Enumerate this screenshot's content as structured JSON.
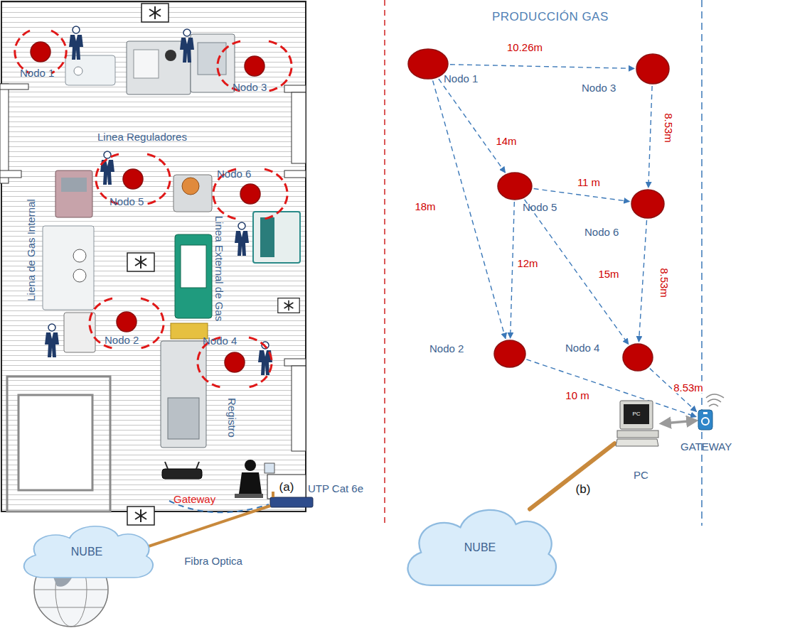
{
  "diagram": {
    "title": "PRODUCCIÓN GAS",
    "nodes": [
      {
        "text": [
          "Nodo 1"
        ]
      },
      {
        "text": [
          "Nodo 3"
        ]
      },
      {
        "text": [
          "Nodo 5"
        ]
      },
      {
        "text": [
          "Nodo 6"
        ]
      },
      {
        "text": [
          "Nodo 2"
        ]
      },
      {
        "text": [
          "Nodo 4"
        ]
      },
      {
        "text": [
          "Gateway"
        ]
      },
      {
        "text": [
          "NUBE"
        ]
      },
      {
        "text": [
          "Nodo 1"
        ]
      },
      {
        "text": [
          "Nodo 3"
        ]
      },
      {
        "text": [
          "Nodo 5"
        ]
      },
      {
        "text": [
          "Nodo 6"
        ]
      },
      {
        "text": [
          "Nodo 2"
        ]
      },
      {
        "text": [
          "Nodo 4"
        ]
      },
      {
        "text": [
          "GATEWAY"
        ]
      },
      {
        "text": [
          "PC"
        ]
      },
      {
        "text": [
          "NUBE"
        ]
      }
    ],
    "edges": [
      {
        "from": 8,
        "to": 9,
        "arrow": "to",
        "label": "10.26m"
      },
      {
        "from": 8,
        "to": 10,
        "arrow": "to",
        "label": "14m"
      },
      {
        "from": 8,
        "to": 12,
        "arrow": "to",
        "label": "18m"
      },
      {
        "from": 9,
        "to": 11,
        "arrow": "to",
        "label": "8.53m"
      },
      {
        "from": 10,
        "to": 11,
        "arrow": "to",
        "label": "11 m"
      },
      {
        "from": 10,
        "to": 12,
        "arrow": "to",
        "label": "12m"
      },
      {
        "from": 10,
        "to": 13,
        "arrow": "to",
        "label": "15m"
      },
      {
        "from": 11,
        "to": 13,
        "arrow": "to",
        "label": "8.53m"
      },
      {
        "from": 13,
        "to": 14,
        "arrow": "to",
        "label": "8.53m"
      },
      {
        "from": 12,
        "to": 14,
        "arrow": "to",
        "label": "10 m"
      },
      {
        "from": 15,
        "to": 14,
        "arrow": "both"
      },
      {
        "from": 15,
        "to": 16,
        "arrow": "none"
      }
    ],
    "labels": [
      "Linea Reguladores",
      "Liena de Gas Internal",
      "Linea External de Gas",
      "Registro",
      "UTP Cat 6e",
      "Fibra Optica",
      "(a)",
      "(b)",
      "PC"
    ]
  }
}
